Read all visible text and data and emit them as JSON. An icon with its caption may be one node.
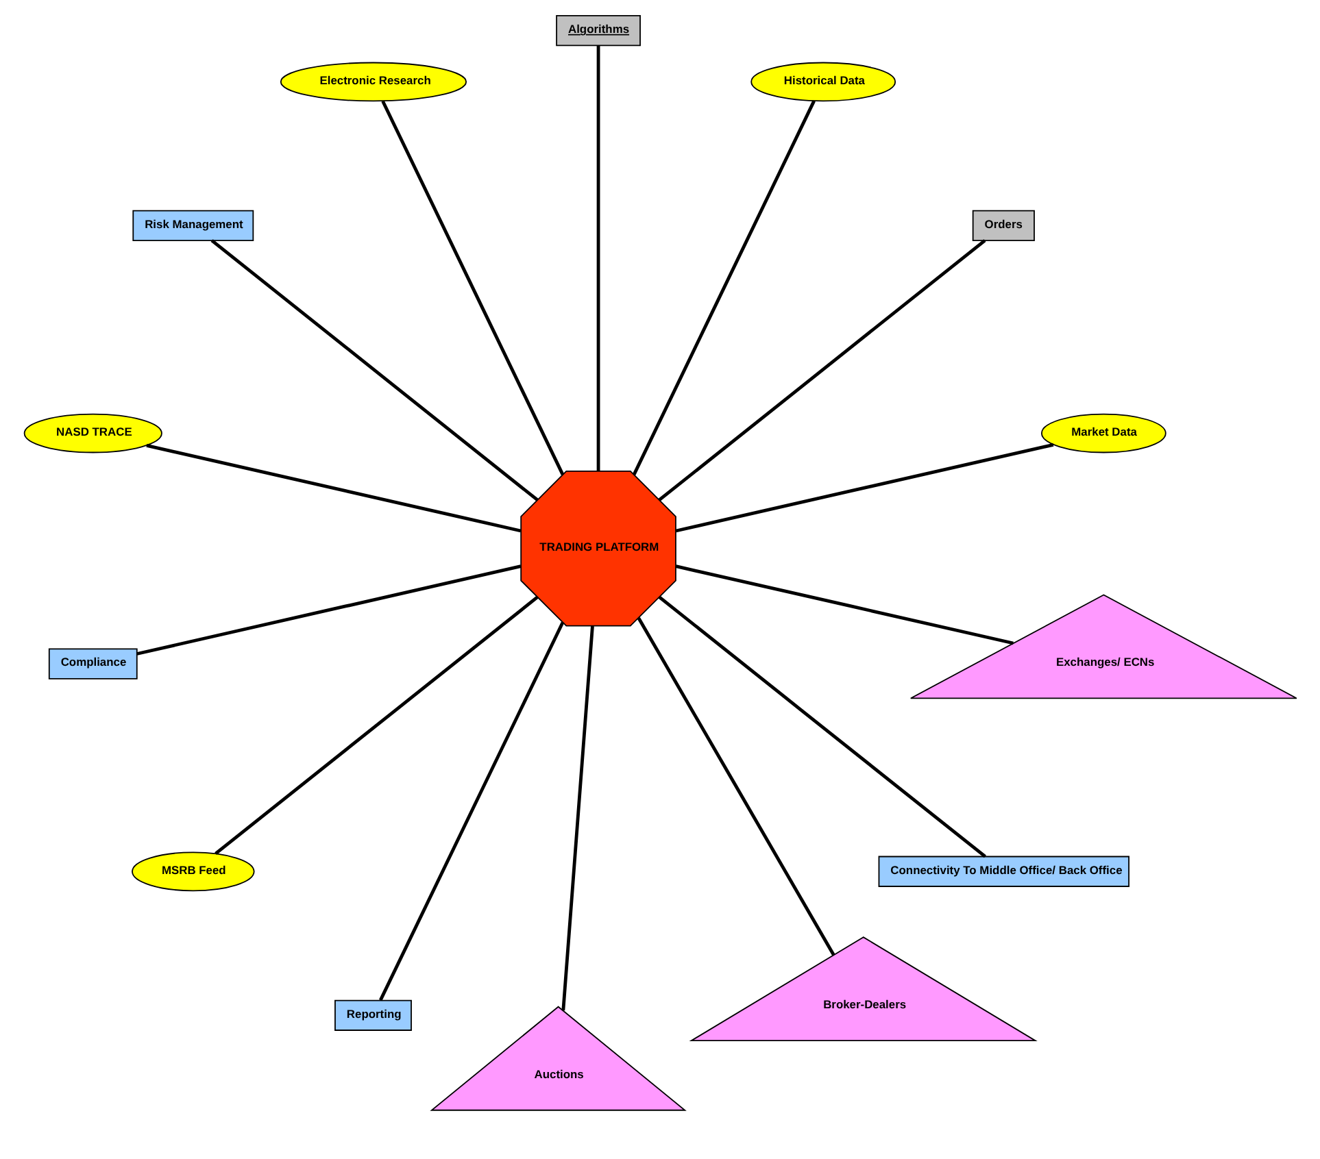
{
  "diagram": {
    "nodes": [
      {
        "text": [
          "Market Data"
        ]
      },
      {
        "text": [
          "Orders"
        ]
      },
      {
        "text": [
          "Historical Data"
        ]
      },
      {
        "text": [
          "Algorithms"
        ]
      },
      {
        "text": [
          "Electronic Research"
        ]
      },
      {
        "text": [
          "Risk Management"
        ]
      },
      {
        "text": [
          "NASD TRACE"
        ]
      },
      {
        "text": [
          "TRADING PLATFORM"
        ]
      },
      {
        "text": [
          "Compliance"
        ]
      },
      {
        "text": [
          "MSRB Feed"
        ]
      },
      {
        "text": [
          "Reporting"
        ]
      },
      {
        "text": [
          "Auctions"
        ]
      },
      {
        "text": [
          "Broker-Dealers"
        ]
      },
      {
        "text": [
          "Connectivity To Middle Office/ Back Office"
        ]
      },
      {
        "text": [
          "Exchanges/ ECNs"
        ]
      }
    ],
    "edges": [
      {
        "from": 7,
        "to": 0,
        "arrow": "none"
      },
      {
        "from": 7,
        "to": 2,
        "arrow": "none"
      },
      {
        "from": 7,
        "to": 4,
        "arrow": "none"
      },
      {
        "from": 7,
        "to": 6,
        "arrow": "none"
      },
      {
        "from": 7,
        "to": 9,
        "arrow": "none"
      },
      {
        "from": 7,
        "to": 11,
        "arrow": "none"
      },
      {
        "from": 7,
        "to": 12,
        "arrow": "none"
      },
      {
        "from": 7,
        "to": 14,
        "arrow": "none"
      },
      {
        "from": 7,
        "to": 13,
        "arrow": "none"
      },
      {
        "from": 7,
        "to": 10,
        "arrow": "none"
      },
      {
        "from": 7,
        "to": 8,
        "arrow": "none"
      },
      {
        "from": 7,
        "to": 5,
        "arrow": "none"
      },
      {
        "from": 7,
        "to": 3,
        "arrow": "none"
      },
      {
        "from": 7,
        "to": 1,
        "arrow": "none"
      }
    ]
  }
}
